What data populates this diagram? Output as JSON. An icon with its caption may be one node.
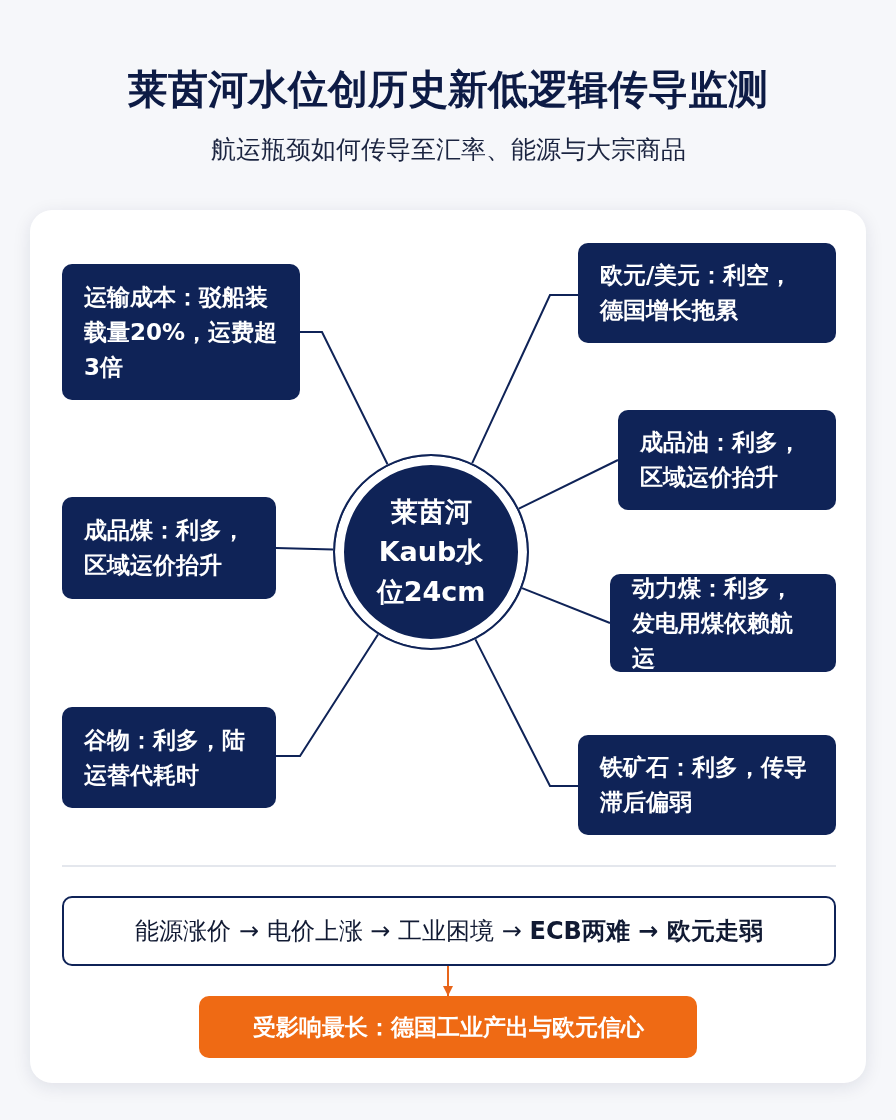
{
  "diagram": {
    "title": "莱茵河水位创历史新低逻辑传导监测",
    "nodes": [
      {
        "text": [
          "莱茵河Kaub水位**24cm**"
        ]
      },
      {
        "text": [
          "**欧元/美元：**利空，德国增长拖累"
        ]
      },
      {
        "text": [
          "运输成本：驳船装载量**20%**，运费超**3倍**"
        ]
      },
      {
        "text": [
          "成品油：利多，区域运价抬升"
        ]
      },
      {
        "text": [
          "成品煤：利多，区域运价抬升"
        ]
      },
      {
        "text": [
          "动力煤：利多，发电用煤依赖航运"
        ]
      },
      {
        "text": [
          "谷物：利多，陆运替代耗时"
        ]
      },
      {
        "text": [
          "铁矿石：利多，传导滞后偏弱"
        ]
      },
      {
        "text": [
          "能源涨价 → 电价上涨 → 工业困境 → **ECB两难 → 欧元走弱**"
        ]
      },
      {
        "text": [
          "受影响最长：德国工业产出与欧元信心"
        ]
      }
    ],
    "edges": [
      {
        "from": 0,
        "to": 1,
        "arrow": "none"
      },
      {
        "from": 0,
        "to": 2,
        "arrow": "none"
      },
      {
        "from": 0,
        "to": 3,
        "arrow": "none"
      },
      {
        "from": 0,
        "to": 4,
        "arrow": "none"
      },
      {
        "from": 0,
        "to": 5,
        "arrow": "none"
      },
      {
        "from": 0,
        "to": 6,
        "arrow": "none"
      },
      {
        "from": 0,
        "to": 7,
        "arrow": "none"
      },
      {
        "from": 8,
        "to": 9,
        "arrow": "to",
        "color": "#e8651a"
      }
    ],
    "labels": [
      "航运瓶颈如何传导至汇率、能源与大宗商品"
    ]
  }
}
